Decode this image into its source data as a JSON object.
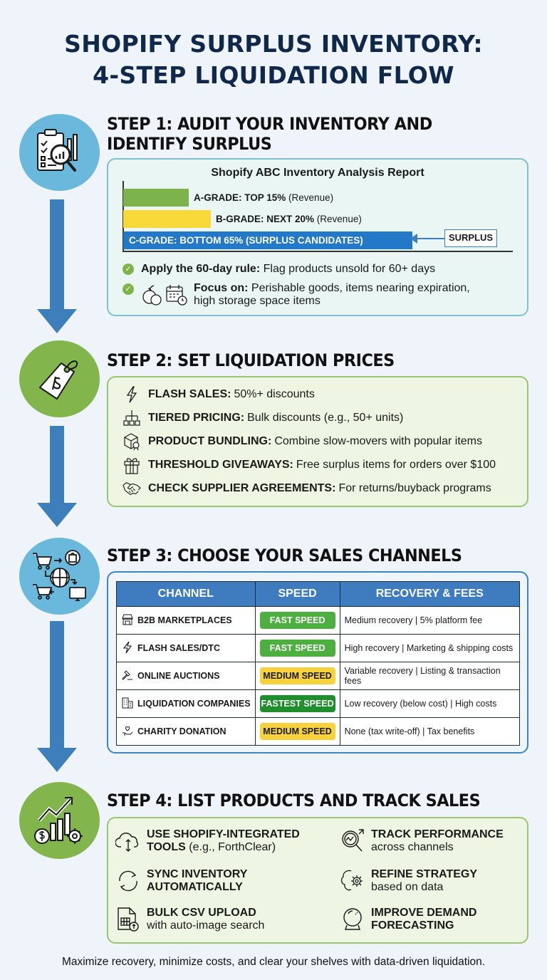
{
  "title": {
    "line1": "SHOPIFY SURPLUS INVENTORY:",
    "line2": "4-STEP LIQUIDATION FLOW"
  },
  "colors": {
    "navy": "#10284a",
    "flow_arrow": "#3d7fbb",
    "step_blue": "#6ab8db",
    "step_green": "#82b54b",
    "grade_a": "#7db34a",
    "grade_b": "#f7d93a",
    "grade_c": "#2379c8"
  },
  "step1": {
    "title_line1": "STEP 1: AUDIT YOUR INVENTORY AND",
    "title_line2": "IDENTIFY SURPLUS",
    "icon": "clipboard-magnifier-chart-icon",
    "report_title": "Shopify ABC Inventory Analysis Report",
    "grades": [
      {
        "label": "A-GRADE: TOP 15%",
        "suffix": "(Revenue)",
        "color": "#7db34a"
      },
      {
        "label": "B-GRADE: NEXT 20%",
        "suffix": "(Revenue)",
        "color": "#f7d93a"
      },
      {
        "label": "C-GRADE: BOTTOM 65% (SURPLUS CANDIDATES)",
        "suffix": "",
        "color": "#2379c8"
      }
    ],
    "surplus_tag": "SURPLUS",
    "rules": [
      {
        "bold": "Apply the 60-day rule:",
        "text": "Flag products unsold for 60+ days"
      },
      {
        "bold": "Focus on:",
        "text": "Perishable goods, items nearing expiration,",
        "text2": "high storage space items"
      }
    ]
  },
  "chart_data": {
    "type": "bar",
    "title": "Shopify ABC Inventory Analysis Report",
    "categories": [
      "A-GRADE",
      "B-GRADE",
      "C-GRADE"
    ],
    "values": [
      15,
      20,
      65
    ],
    "labels": [
      "A-GRADE: TOP 15% (Revenue)",
      "B-GRADE: NEXT 20% (Revenue)",
      "C-GRADE: BOTTOM 65% (SURPLUS CANDIDATES)"
    ],
    "annotation": "SURPLUS",
    "orientation": "horizontal",
    "grid": false
  },
  "step2": {
    "title": "STEP 2: SET LIQUIDATION PRICES",
    "icon": "price-tag-icon",
    "items": [
      {
        "icon": "lightning-icon",
        "bold": "FLASH SALES:",
        "text": "50%+ discounts"
      },
      {
        "icon": "hierarchy-icon",
        "bold": "TIERED PRICING:",
        "text": "Bulk discounts (e.g., 50+ units)"
      },
      {
        "icon": "box-badge-icon",
        "bold": "PRODUCT BUNDLING:",
        "text": "Combine slow-movers with popular items"
      },
      {
        "icon": "gift-icon",
        "bold": "THRESHOLD GIVEAWAYS:",
        "text": "Free surplus items for orders over $100"
      },
      {
        "icon": "handshake-icon",
        "bold": "CHECK SUPPLIER AGREEMENTS:",
        "text": "For returns/buyback programs"
      }
    ]
  },
  "step3": {
    "title": "STEP 3: CHOOSE YOUR SALES CHANNELS",
    "icon": "global-commerce-icon",
    "columns": [
      "CHANNEL",
      "SPEED",
      "RECOVERY & FEES"
    ],
    "rows": [
      {
        "icon": "storefront-icon",
        "channel": "B2B MARKETPLACES",
        "speed": "FAST SPEED",
        "speed_level": "fast",
        "recovery": "Medium recovery | 5% platform fee"
      },
      {
        "icon": "lightning-icon",
        "channel": "FLASH SALES/DTC",
        "speed": "FAST SPEED",
        "speed_level": "fast",
        "recovery": "High recovery | Marketing & shipping costs"
      },
      {
        "icon": "gavel-icon",
        "channel": "ONLINE AUCTIONS",
        "speed": "MEDIUM SPEED",
        "speed_level": "medium",
        "recovery": "Variable recovery | Listing & transaction fees"
      },
      {
        "icon": "buildings-icon",
        "channel": "LIQUIDATION COMPANIES",
        "speed": "FASTEST SPEED",
        "speed_level": "fastest",
        "recovery": "Low recovery (below cost) | High costs"
      },
      {
        "icon": "heart-hand-icon",
        "channel": "CHARITY DONATION",
        "speed": "MEDIUM SPEED",
        "speed_level": "medium",
        "recovery": "None (tax write-off) | Tax benefits"
      }
    ]
  },
  "step4": {
    "title": "STEP 4: LIST PRODUCTS AND TRACK SALES",
    "icon": "growth-chart-icon",
    "tools": [
      {
        "icon": "cloud-sync-icon",
        "line1": "USE SHOPIFY-INTEGRATED",
        "line2_bold": "TOOLS",
        "line2": " (e.g., ForthClear)"
      },
      {
        "icon": "sync-icon",
        "line1": "SYNC INVENTORY",
        "line2_bold": "AUTOMATICALLY",
        "line2": ""
      },
      {
        "icon": "csv-upload-icon",
        "line1": "BULK CSV UPLOAD",
        "line2_bold": "",
        "line2": "with auto-image search"
      },
      {
        "icon": "analytics-search-icon",
        "line1": "TRACK PERFORMANCE",
        "line2_bold": "",
        "line2": "across channels"
      },
      {
        "icon": "brain-gear-icon",
        "line1": "REFINE STRATEGY",
        "line2_bold": "",
        "line2": "based on data"
      },
      {
        "icon": "crystal-ball-icon",
        "line1": "IMPROVE DEMAND",
        "line2_bold": "FORECASTING",
        "line2": ""
      }
    ]
  },
  "footer": "Maximize recovery, minimize costs, and clear your shelves with data-driven liquidation."
}
